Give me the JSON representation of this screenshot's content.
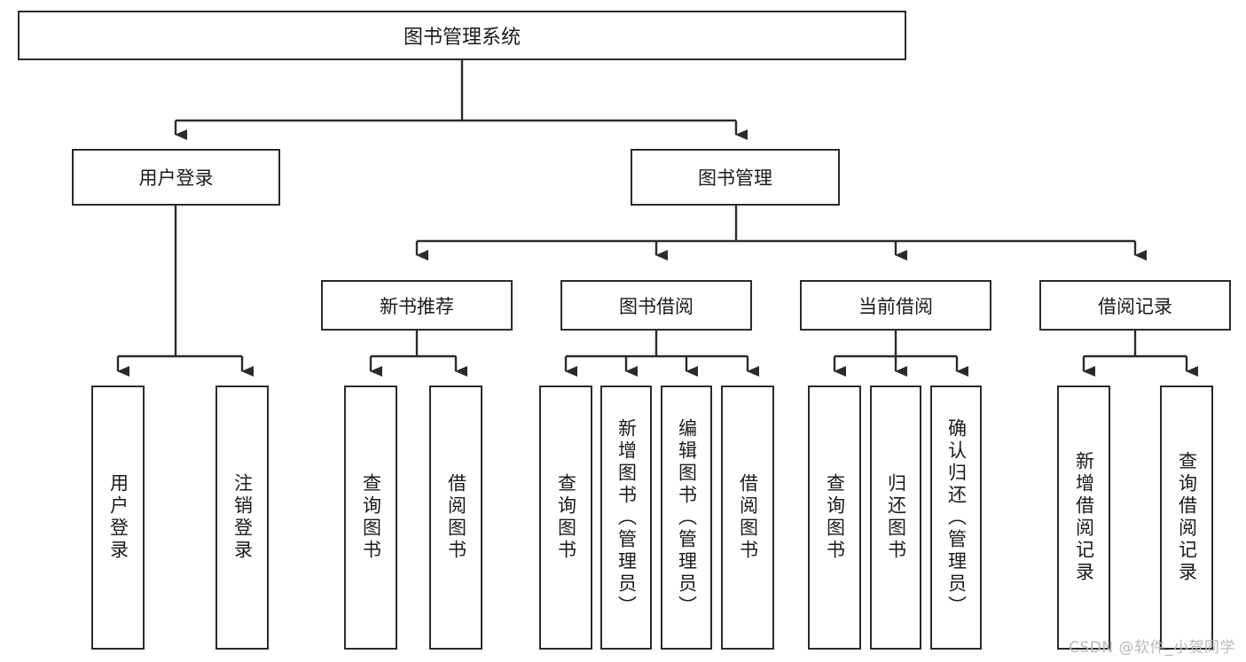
{
  "diagram": {
    "type": "tree",
    "title": "图书管理系统",
    "orientation": "top-down",
    "colors": {
      "box_border": "#2b2b2b",
      "box_fill": "#ffffff",
      "connector": "#2b2b2b",
      "text": "#1a1a1a",
      "watermark": "#b9b9b9"
    }
  },
  "nodes": {
    "root": {
      "label": "图书管理系统"
    },
    "level2": [
      {
        "id": "user-login",
        "label": "用户登录"
      },
      {
        "id": "book-manage",
        "label": "图书管理"
      }
    ],
    "level3": [
      {
        "id": "new-book-rec",
        "label": "新书推荐"
      },
      {
        "id": "book-borrow",
        "label": "图书借阅"
      },
      {
        "id": "current-borrow",
        "label": "当前借阅"
      },
      {
        "id": "borrow-record",
        "label": "借阅记录"
      }
    ],
    "leaves": {
      "user-login": [
        {
          "id": "leaf-user-login",
          "label": "用户登录"
        },
        {
          "id": "leaf-logout-login",
          "label": "注销登录"
        }
      ],
      "new-book-rec": [
        {
          "id": "leaf-query-book-1",
          "label": "查询图书"
        },
        {
          "id": "leaf-borrow-book-1",
          "label": "借阅图书"
        }
      ],
      "book-borrow": [
        {
          "id": "leaf-query-book-2",
          "label": "查询图书"
        },
        {
          "id": "leaf-add-book",
          "label": "新增图书（管理员）"
        },
        {
          "id": "leaf-edit-book",
          "label": "编辑图书（管理员）"
        },
        {
          "id": "leaf-borrow-book-2",
          "label": "借阅图书"
        }
      ],
      "current-borrow": [
        {
          "id": "leaf-query-book-3",
          "label": "查询图书"
        },
        {
          "id": "leaf-return-book",
          "label": "归还图书"
        },
        {
          "id": "leaf-confirm-return",
          "label": "确认归还（管理员）"
        }
      ],
      "borrow-record": [
        {
          "id": "leaf-add-record",
          "label": "新增借阅记录"
        },
        {
          "id": "leaf-query-record",
          "label": "查询借阅记录"
        }
      ]
    }
  },
  "watermark": {
    "text": "CSDN @软件_小贺同学"
  }
}
